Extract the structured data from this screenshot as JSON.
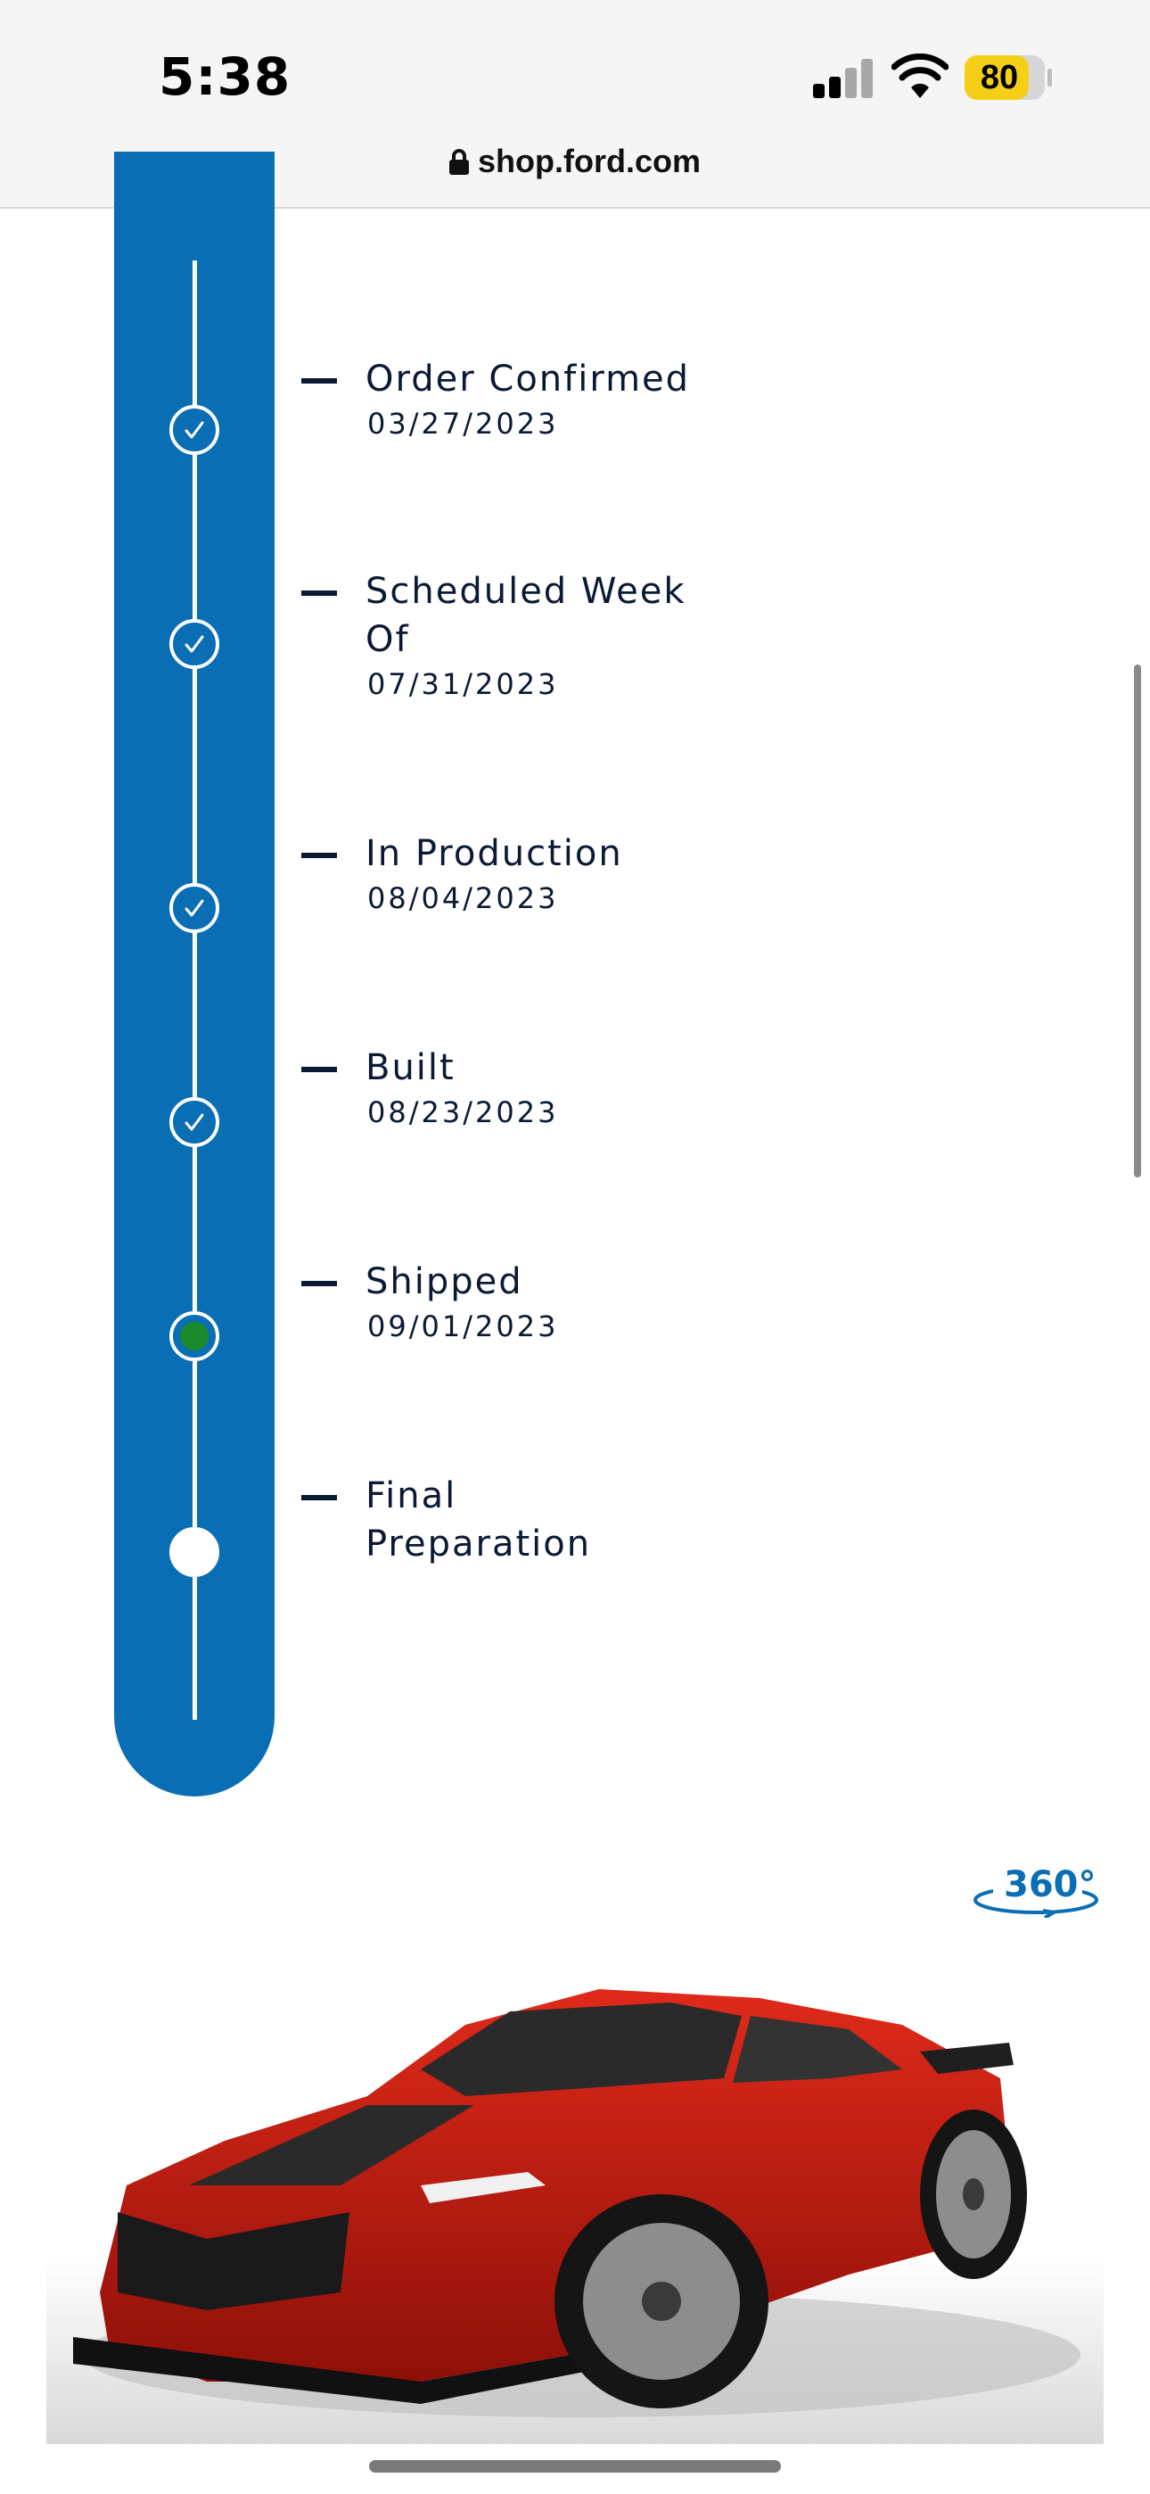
{
  "status_bar": {
    "time": "5:38",
    "battery": "80",
    "battery_level": 0.8,
    "battery_color": "#f5cf17"
  },
  "browser": {
    "url": "shop.ford.com",
    "lock_icon": "lock-icon"
  },
  "timeline": {
    "accent_color": "#0a6eb4",
    "steps": [
      {
        "label": "Order Confirmed",
        "date": "03/27/2023",
        "status": "complete",
        "icon": "check-icon"
      },
      {
        "label": "Scheduled Week Of",
        "date": "07/31/2023",
        "status": "complete",
        "icon": "check-icon"
      },
      {
        "label": "In Production",
        "date": "08/04/2023",
        "status": "complete",
        "icon": "check-icon"
      },
      {
        "label": "Built",
        "date": "08/23/2023",
        "status": "complete",
        "icon": "check-icon"
      },
      {
        "label": "Shipped",
        "date": "09/01/2023",
        "status": "current",
        "icon": "current-dot-icon"
      },
      {
        "label": "Final Preparation",
        "date": "",
        "status": "pending",
        "icon": "pending-circle-icon"
      }
    ]
  },
  "view360": {
    "label": "360°",
    "icon": "rotate-360-icon"
  },
  "vehicle": {
    "image_icon": "car-image",
    "color": "#c8190f"
  }
}
